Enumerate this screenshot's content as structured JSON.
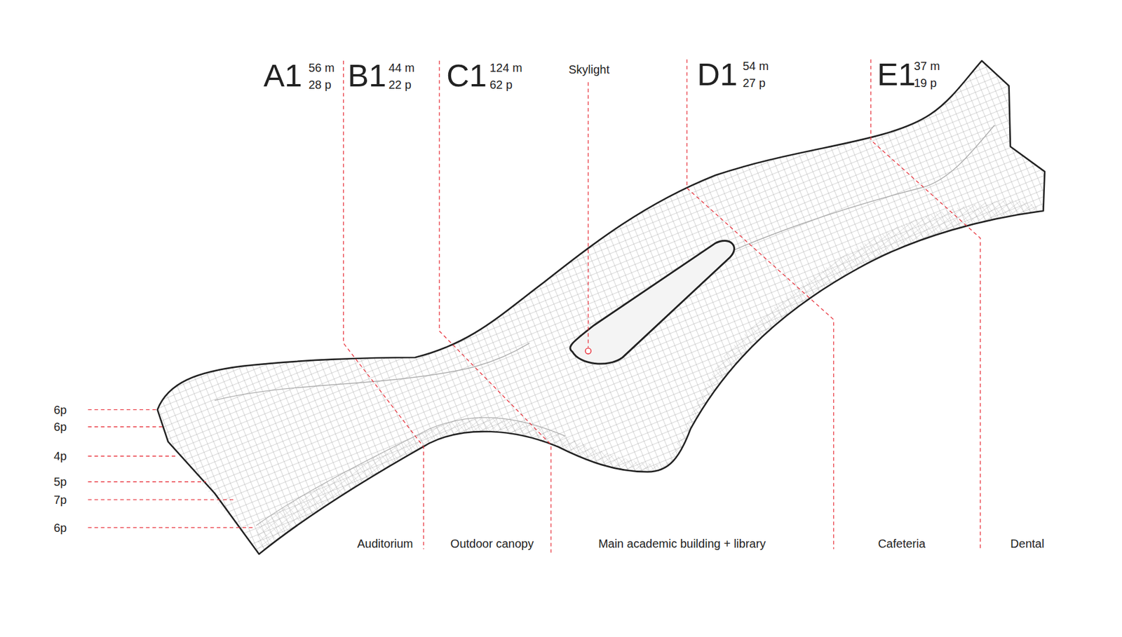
{
  "diagram": {
    "labels": [
      "A1",
      "56 m",
      "28 p",
      "B1",
      "44 m",
      "22 p",
      "C1",
      "124 m",
      "62 p",
      "Skylight",
      "D1",
      "54 m",
      "27 p",
      "E1",
      "37 m",
      "19 p",
      "6p",
      "6p",
      "4p",
      "5p",
      "7p",
      "6p",
      "Auditorium",
      "Outdoor canopy",
      "Main academic building + library",
      "Cafeteria",
      "Dental"
    ]
  }
}
